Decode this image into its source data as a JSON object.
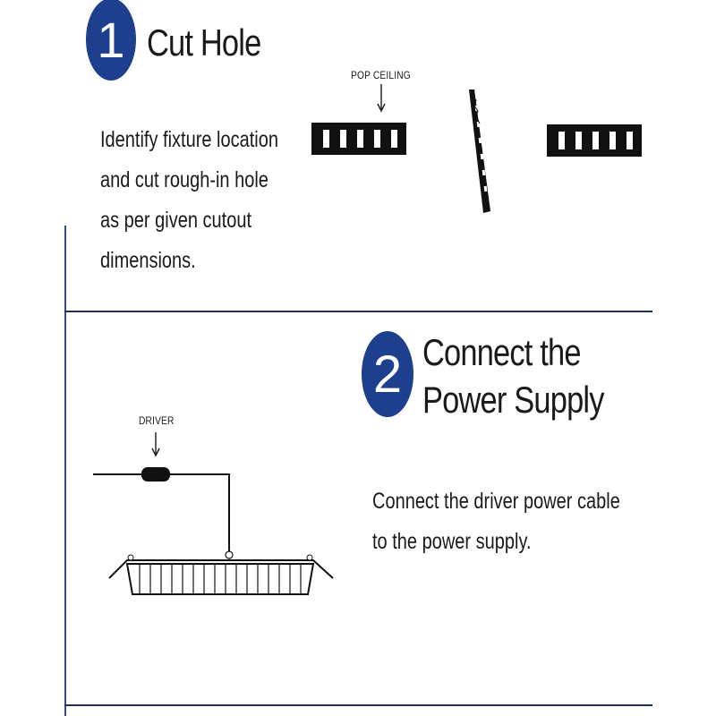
{
  "step1": {
    "number": "1",
    "title": "Cut Hole",
    "description_lines": [
      "Identify fixture location",
      "and cut rough-in hole",
      "as per given cutout",
      "dimensions."
    ],
    "diagram_label": "POP CEILING"
  },
  "step2": {
    "number": "2",
    "title_lines": [
      "Connect the",
      "Power Supply"
    ],
    "description_lines": [
      "Connect the driver power cable",
      "to the power supply."
    ],
    "diagram_label": "DRIVER"
  },
  "colors": {
    "badge": "#1d3f8e",
    "divider": "#1f2f5a",
    "ink": "#1a1a1a"
  },
  "icons": {
    "saw": "saw-blade-icon",
    "ceiling": "ceiling-panel-icon",
    "fixture": "led-fixture-icon",
    "driver": "driver-module-icon"
  }
}
